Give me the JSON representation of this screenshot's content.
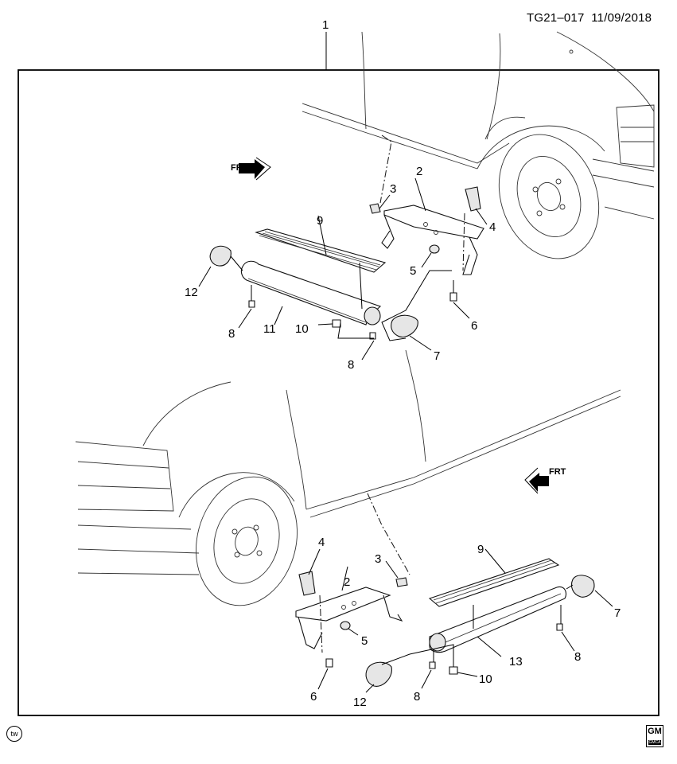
{
  "header": {
    "code": "TG21–017",
    "date": "11/09/2018"
  },
  "callouts": {
    "top": [
      {
        "id": "c1",
        "num": "1"
      },
      {
        "id": "c2t",
        "num": "2"
      },
      {
        "id": "c3t",
        "num": "3"
      },
      {
        "id": "c4t",
        "num": "4"
      },
      {
        "id": "c5t",
        "num": "5"
      },
      {
        "id": "c6t",
        "num": "6"
      },
      {
        "id": "c7t",
        "num": "7"
      },
      {
        "id": "c8ta",
        "num": "8"
      },
      {
        "id": "c8tb",
        "num": "8"
      },
      {
        "id": "c9t",
        "num": "9"
      },
      {
        "id": "c10t",
        "num": "10"
      },
      {
        "id": "c11",
        "num": "11"
      },
      {
        "id": "c12t",
        "num": "12"
      }
    ],
    "bottom": [
      {
        "id": "c2b",
        "num": "2"
      },
      {
        "id": "c3b",
        "num": "3"
      },
      {
        "id": "c4b",
        "num": "4"
      },
      {
        "id": "c5b",
        "num": "5"
      },
      {
        "id": "c6b",
        "num": "6"
      },
      {
        "id": "c7b",
        "num": "7"
      },
      {
        "id": "c8ba",
        "num": "8"
      },
      {
        "id": "c8bb",
        "num": "8"
      },
      {
        "id": "c9b",
        "num": "9"
      },
      {
        "id": "c10b",
        "num": "10"
      },
      {
        "id": "c12b",
        "num": "12"
      },
      {
        "id": "c13",
        "num": "13"
      }
    ]
  },
  "direction": {
    "top": "FRT",
    "bottom": "FRT"
  },
  "logos": {
    "left": "tw",
    "right_main": "GM",
    "right_sub": "GMCA"
  }
}
